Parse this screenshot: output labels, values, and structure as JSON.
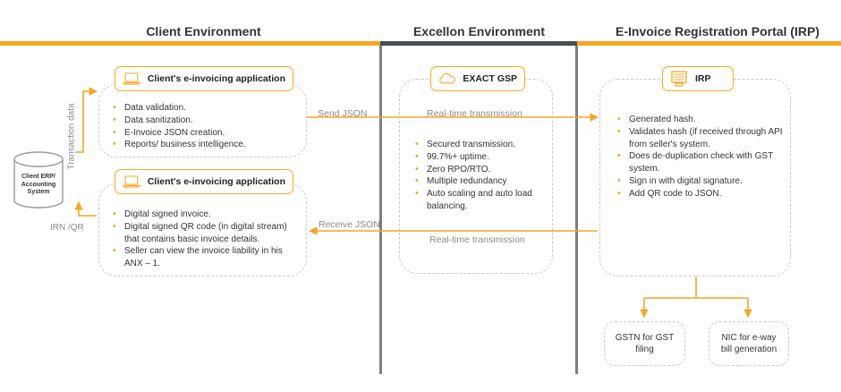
{
  "environments": {
    "client": "Client Environment",
    "excellon": "Excellon Environment",
    "irp": "E-Invoice Registration Portal (IRP)"
  },
  "database": {
    "label": "Client ERP/ Accounting System",
    "icon": "database-icon"
  },
  "side_labels": {
    "transaction": "Transaction data",
    "irn_qr": "IRN /QR"
  },
  "client_boxes": [
    {
      "title": "Client's e-invoicing application",
      "icon": "laptop-icon",
      "items": [
        "Data validation.",
        "Data sanitization.",
        "E-Invoice JSON creation.",
        "Reports/ business intelligence."
      ]
    },
    {
      "title": "Client's e-invoicing application",
      "icon": "laptop-icon",
      "items": [
        "Digital signed invoice.",
        "Digital signed QR code (in digital stream) that contains basic invoice details.",
        "Seller can view the invoice liability in his ANX – 1."
      ]
    }
  ],
  "gsp": {
    "title": "EXACT GSP",
    "icon": "cloud-icon",
    "items": [
      "Secured transmission.",
      "99.7%+ uptime.",
      "Zero RPO/RTO.",
      "Multiple redundancy",
      "Auto scaling and auto load balancing."
    ]
  },
  "irp": {
    "title": "IRP",
    "icon": "server-icon",
    "items": [
      "Generated hash.",
      "Validates hash (if received through API from seller's system.",
      "Does de-duplication check with GST system.",
      "Sign in with digital signature.",
      "Add QR code to JSON."
    ]
  },
  "flows": {
    "send": "Send JSON",
    "receive": "Receive JSON",
    "realtime_top": "Real-time transmission",
    "realtime_bottom": "Real-time transmission"
  },
  "outputs": {
    "gstn": "GSTN for GST filing",
    "nic": "NIC for e-way bill generation"
  },
  "colors": {
    "accent": "#f5a623",
    "divider": "#4a4f55",
    "dashed": "#c9c9c9"
  }
}
